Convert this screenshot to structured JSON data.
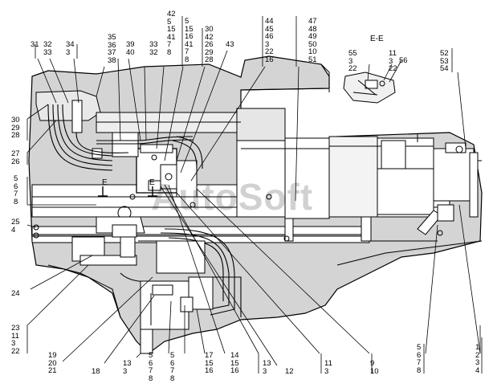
{
  "section_title": "E-E",
  "section_marks": [
    "E",
    "E"
  ],
  "watermark": "AutoSoft",
  "callouts": [
    {
      "id": "c01",
      "text": "31"
    },
    {
      "id": "c02",
      "text": "32\n33"
    },
    {
      "id": "c03",
      "text": "34\n3"
    },
    {
      "id": "c04",
      "text": "35\n36\n37\n38"
    },
    {
      "id": "c05",
      "text": "39\n40"
    },
    {
      "id": "c06",
      "text": "33\n32"
    },
    {
      "id": "c07",
      "text": "42\n5\n15\n41\n7\n8"
    },
    {
      "id": "c08",
      "text": "5\n15\n16\n41\n7\n8"
    },
    {
      "id": "c09",
      "text": "30\n42\n26\n29\n28"
    },
    {
      "id": "c10",
      "text": "43"
    },
    {
      "id": "c11",
      "text": "44\n45\n46\n3\n22\n16"
    },
    {
      "id": "c12",
      "text": "47\n48\n49\n50\n10\n51"
    },
    {
      "id": "c13",
      "text": "55\n3\n22"
    },
    {
      "id": "c14",
      "text": "11\n3\n22"
    },
    {
      "id": "c15",
      "text": "56"
    },
    {
      "id": "c16",
      "text": "52\n53\n54"
    },
    {
      "id": "c17",
      "text": "30\n29\n28"
    },
    {
      "id": "c18",
      "text": "27\n26"
    },
    {
      "id": "c19",
      "text": "5\n6\n7\n8"
    },
    {
      "id": "c20",
      "text": "25\n4"
    },
    {
      "id": "c21",
      "text": "24"
    },
    {
      "id": "c22",
      "text": "23\n11\n3\n22"
    },
    {
      "id": "c23",
      "text": "19\n20\n21"
    },
    {
      "id": "c24",
      "text": "18"
    },
    {
      "id": "c25",
      "text": "13\n3"
    },
    {
      "id": "c26",
      "text": "5\n6\n7\n8"
    },
    {
      "id": "c27",
      "text": "5\n6\n7\n8"
    },
    {
      "id": "c28",
      "text": "17\n15\n16"
    },
    {
      "id": "c29",
      "text": "14\n15\n16"
    },
    {
      "id": "c30",
      "text": "13\n3"
    },
    {
      "id": "c31",
      "text": "12"
    },
    {
      "id": "c32",
      "text": "11\n3"
    },
    {
      "id": "c33",
      "text": "9\n10"
    },
    {
      "id": "c34",
      "text": "5\n6\n7\n8"
    },
    {
      "id": "c35",
      "text": "1\n2\n3\n4"
    }
  ]
}
